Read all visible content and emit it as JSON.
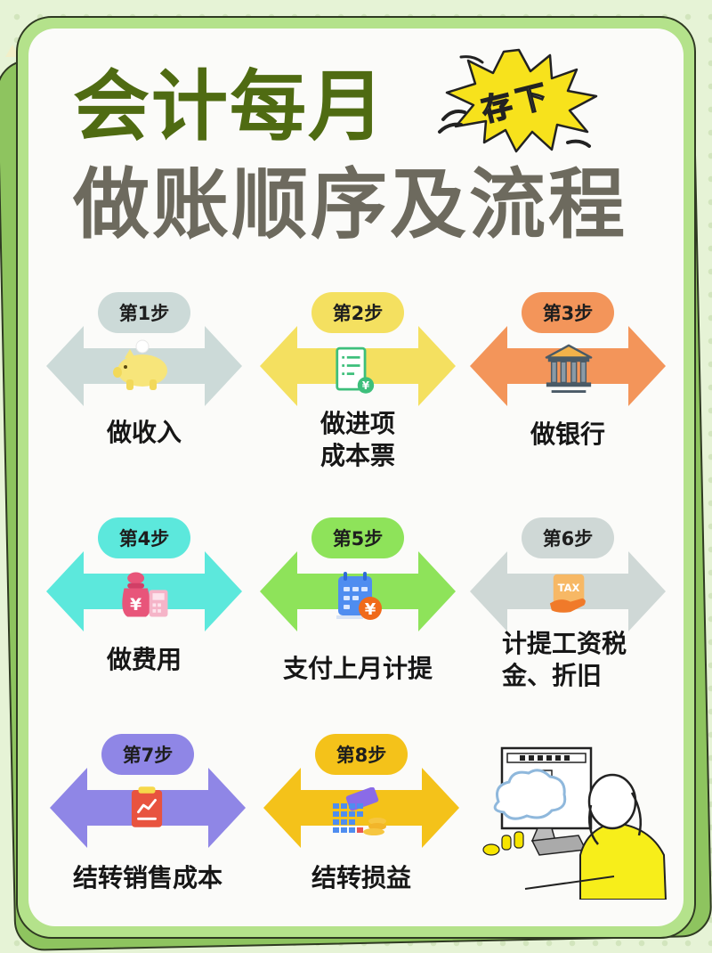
{
  "header": {
    "title_line1": "会计每月",
    "title_line2": "做账顺序及流程",
    "burst_badge": "存下",
    "colors": {
      "title_line1": "#4f6b12",
      "title_line2": "#6d6a5e",
      "burst": "#f7e21c"
    }
  },
  "steps": [
    {
      "badge": "第1步",
      "label_line1": "做收入",
      "label_line2": "",
      "icon": "piggy-bank-icon",
      "color": "#ccdad8"
    },
    {
      "badge": "第2步",
      "label_line1": "做进项",
      "label_line2": "成本票",
      "icon": "invoice-icon",
      "color": "#f4e060"
    },
    {
      "badge": "第3步",
      "label_line1": "做银行",
      "label_line2": "",
      "icon": "bank-icon",
      "color": "#f3955a"
    },
    {
      "badge": "第4步",
      "label_line1": "做费用",
      "label_line2": "",
      "icon": "money-bag-icon",
      "color": "#5ce8dc"
    },
    {
      "badge": "第5步",
      "label_line1": "支付上月计提",
      "label_line2": "",
      "icon": "calendar-payment-icon",
      "color": "#8ee35a"
    },
    {
      "badge": "第6步",
      "label_line1": "计提工资税",
      "label_line2": "金、折旧",
      "icon": "tax-hand-icon",
      "color": "#cfd8d6"
    },
    {
      "badge": "第7步",
      "label_line1": "结转销售成本",
      "label_line2": "",
      "icon": "chart-clipboard-icon",
      "color": "#8f86e6"
    },
    {
      "badge": "第8步",
      "label_line1": "结转损益",
      "label_line2": "",
      "icon": "calculator-coins-icon",
      "color": "#f4c21a"
    }
  ],
  "icons": {
    "tax_text": "TAX",
    "yen": "¥"
  },
  "illustration": "person-at-computer-illustration"
}
